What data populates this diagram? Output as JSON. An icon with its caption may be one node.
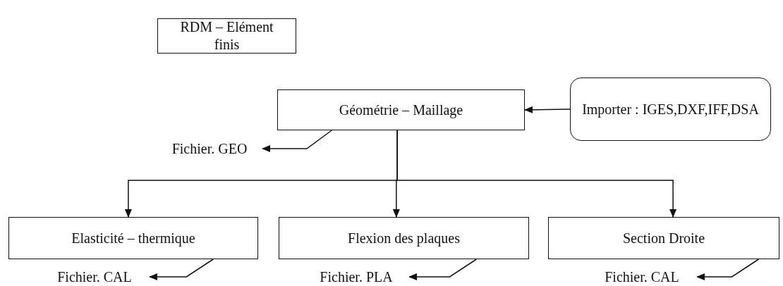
{
  "diagram": {
    "nodes": [
      {
        "text": [
          "RDM – Elément finis"
        ]
      },
      {
        "text": [
          "Géométrie – Maillage"
        ]
      },
      {
        "text": [
          "Importer : IGES,DXF,IFF,DSA"
        ]
      },
      {
        "text": [
          "Fichier. GEO"
        ]
      },
      {
        "text": [
          "Elasticité – thermique"
        ]
      },
      {
        "text": [
          "Fichier. CAL"
        ]
      },
      {
        "text": [
          "Flexion des plaques"
        ]
      },
      {
        "text": [
          "Fichier. PLA"
        ]
      },
      {
        "text": [
          "Section Droite"
        ]
      },
      {
        "text": [
          "Fichier. CAL"
        ]
      }
    ],
    "edges": [
      {
        "from": 2,
        "to": 1,
        "arrow": "to"
      },
      {
        "from": 1,
        "to": 3,
        "arrow": "to"
      },
      {
        "from": 1,
        "to": 4,
        "arrow": "to"
      },
      {
        "from": 1,
        "to": 6,
        "arrow": "to"
      },
      {
        "from": 1,
        "to": 8,
        "arrow": "to"
      },
      {
        "from": 4,
        "to": 5,
        "arrow": "to"
      },
      {
        "from": 6,
        "to": 7,
        "arrow": "to"
      },
      {
        "from": 8,
        "to": 9,
        "arrow": "to"
      }
    ]
  }
}
